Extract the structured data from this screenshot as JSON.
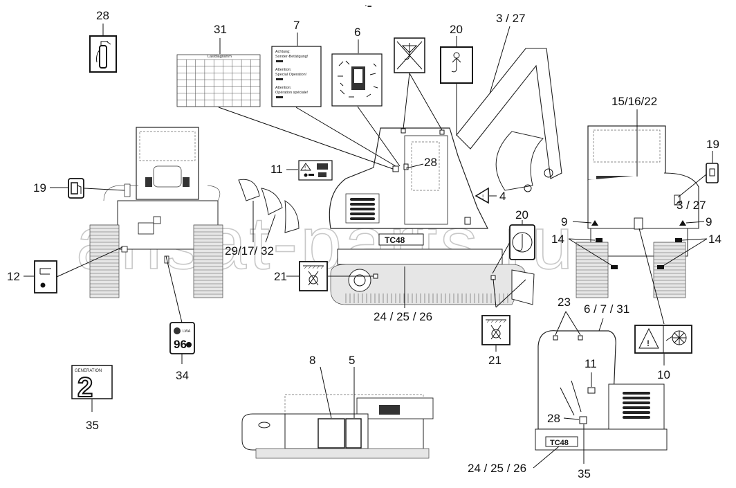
{
  "callouts": {
    "c28_top": "28",
    "c31": "31",
    "c7": "7",
    "c6": "6",
    "c20_top": "20",
    "c3_27_top": "3 / 27",
    "c15_16_22": "15/16/22",
    "c19_right": "19",
    "c19_left": "19",
    "c11_mid": "11",
    "c28_mid": "28",
    "c4": "4",
    "c3_27_right": "3 / 27",
    "c9_left": "9",
    "c9_right": "9",
    "c14_left": "14",
    "c14_right": "14",
    "c20_mid": "20",
    "c29_17_32": "29/17/ 32",
    "c12": "12",
    "c21_left": "21",
    "c24_25_26_mid": "24 / 25 / 26",
    "c21_right": "21",
    "c23": "23",
    "c6_7_31": "6 / 7 / 31",
    "c10": "10",
    "c34": "34",
    "c8": "8",
    "c5": "5",
    "c35_left": "35",
    "c11_bottom": "11",
    "c28_bottom": "28",
    "c24_25_26_bottom": "24 / 25 / 26",
    "c35_bottom": "35"
  },
  "decals": {
    "warning7": {
      "l1": "Achtung:",
      "l2": "Sonder-Betätigung!",
      "l3": "Attention:",
      "l4": "Special Operation!",
      "l5": "Attention:",
      "l6": "Opération spéciale!"
    },
    "generation": {
      "word": "GENERATION",
      "number": "2"
    },
    "noise": "96",
    "machine_model": "TC48",
    "load_chart_title": "Lastdiagramm"
  },
  "watermark": "ansat-parts.ru",
  "icons": [
    "fire-extinguisher-icon",
    "lifting-hook-icon",
    "no-lifting-icon",
    "fuel-pump-icon",
    "tie-down-icon",
    "fan-warning-icon",
    "warning-triangle-icon"
  ]
}
